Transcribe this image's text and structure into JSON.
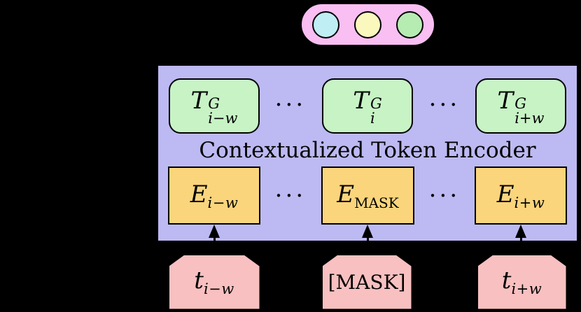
{
  "diagram": {
    "pooled_output": {
      "capsule_color": "#f9bef2",
      "circle_colors": [
        "#bfeef4",
        "#faf8bd",
        "#b6ecb2"
      ]
    },
    "encoder": {
      "title": "Contextualized Token Encoder",
      "ellipsis": "···",
      "panel_color": "#bdb9f2",
      "output_fill": "#c7f3c5",
      "embedding_fill": "#fad57c",
      "outputs": [
        {
          "base": "T",
          "sup": "G",
          "sub": "i−w"
        },
        {
          "base": "T",
          "sup": "G",
          "sub": "i"
        },
        {
          "base": "T",
          "sup": "G",
          "sub": "i+w"
        }
      ],
      "embeddings": [
        {
          "base": "E",
          "sub": "i−w"
        },
        {
          "base": "E",
          "sub": "MASK"
        },
        {
          "base": "E",
          "sub": "i+w"
        }
      ]
    },
    "inputs": {
      "fill": "#f8c0c0",
      "items": [
        {
          "base": "t",
          "sub": "i−w"
        },
        {
          "text": "[MASK]"
        },
        {
          "base": "t",
          "sub": "i+w"
        }
      ]
    },
    "background": "#000000"
  }
}
